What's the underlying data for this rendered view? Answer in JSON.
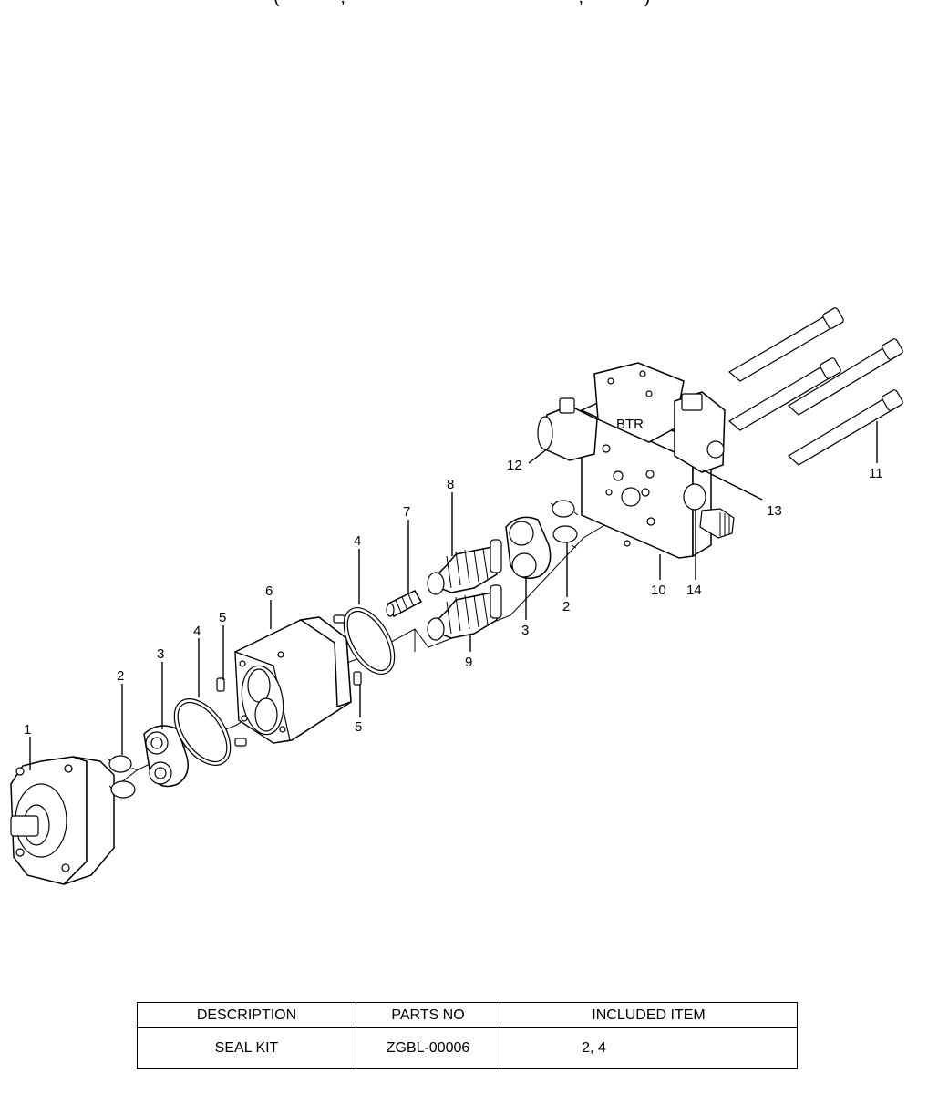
{
  "header": {
    "cropped_text": "(            ,                                              ,            )"
  },
  "callouts": [
    {
      "id": "c1",
      "text": "1"
    },
    {
      "id": "c2a",
      "text": "2"
    },
    {
      "id": "c3a",
      "text": "3"
    },
    {
      "id": "c4a",
      "text": "4"
    },
    {
      "id": "c5a",
      "text": "5"
    },
    {
      "id": "c6",
      "text": "6"
    },
    {
      "id": "c5b",
      "text": "5"
    },
    {
      "id": "c4b",
      "text": "4"
    },
    {
      "id": "c7",
      "text": "7"
    },
    {
      "id": "c8",
      "text": "8"
    },
    {
      "id": "c9",
      "text": "9"
    },
    {
      "id": "c3b",
      "text": "3"
    },
    {
      "id": "c2b",
      "text": "2"
    },
    {
      "id": "c10",
      "text": "10"
    },
    {
      "id": "c14",
      "text": "14"
    },
    {
      "id": "c12",
      "text": "12"
    },
    {
      "id": "c13",
      "text": "13"
    },
    {
      "id": "c11",
      "text": "11"
    }
  ],
  "valve_marking": "BTR",
  "table": {
    "headers": [
      "DESCRIPTION",
      "PARTS NO",
      "INCLUDED ITEM"
    ],
    "rows": [
      [
        "SEAL KIT",
        "ZGBL-00006",
        "2, 4"
      ]
    ]
  }
}
